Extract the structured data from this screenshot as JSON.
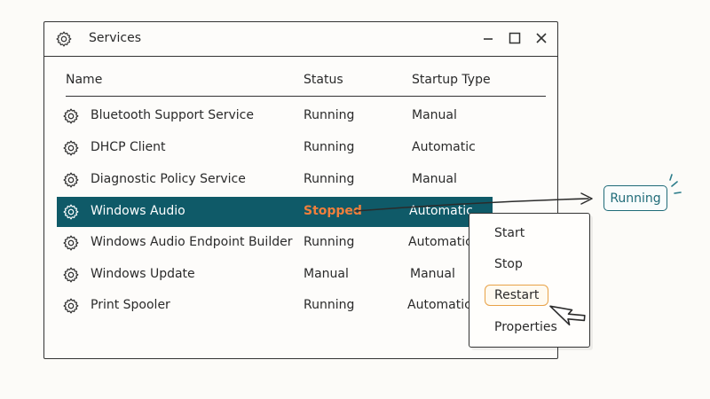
{
  "window": {
    "title": "Services",
    "icon": "gear-icon",
    "controls": [
      "minimize-icon",
      "maximize-icon",
      "close-icon"
    ]
  },
  "table": {
    "columns": [
      "Name",
      "Status",
      "Startup Type"
    ],
    "rows": [
      {
        "name": "Bluetooth Support Service",
        "status": "Running",
        "startup_type": "Manual"
      },
      {
        "name": "DHCP Client",
        "status": "Running",
        "startup_type": "Automatic"
      },
      {
        "name": "Diagnostic Policy Service",
        "status": "Running",
        "startup_type": "Manual"
      },
      {
        "name": "Windows Audio",
        "status": "Stopped",
        "startup_type": "Automatic"
      },
      {
        "name": "Windows Audio Endpoint Builder",
        "status": "Running",
        "startup_type": "Automatic"
      },
      {
        "name": "Windows Update",
        "status": "Manual",
        "startup_type": "Manual"
      },
      {
        "name": "Print Spooler",
        "status": "Running",
        "startup_type": "Automatic"
      }
    ],
    "selected_row": 3
  },
  "context_menu": {
    "items": [
      "Start",
      "Stop",
      "Restart",
      "Properties"
    ],
    "highlighted": "Restart"
  },
  "callout": {
    "label": "Running"
  },
  "colors": {
    "selection_bg": "#0f5a68",
    "stopped_text": "#f07f3c",
    "highlight_border": "#e8a247",
    "callout_border": "#1f6b78"
  }
}
